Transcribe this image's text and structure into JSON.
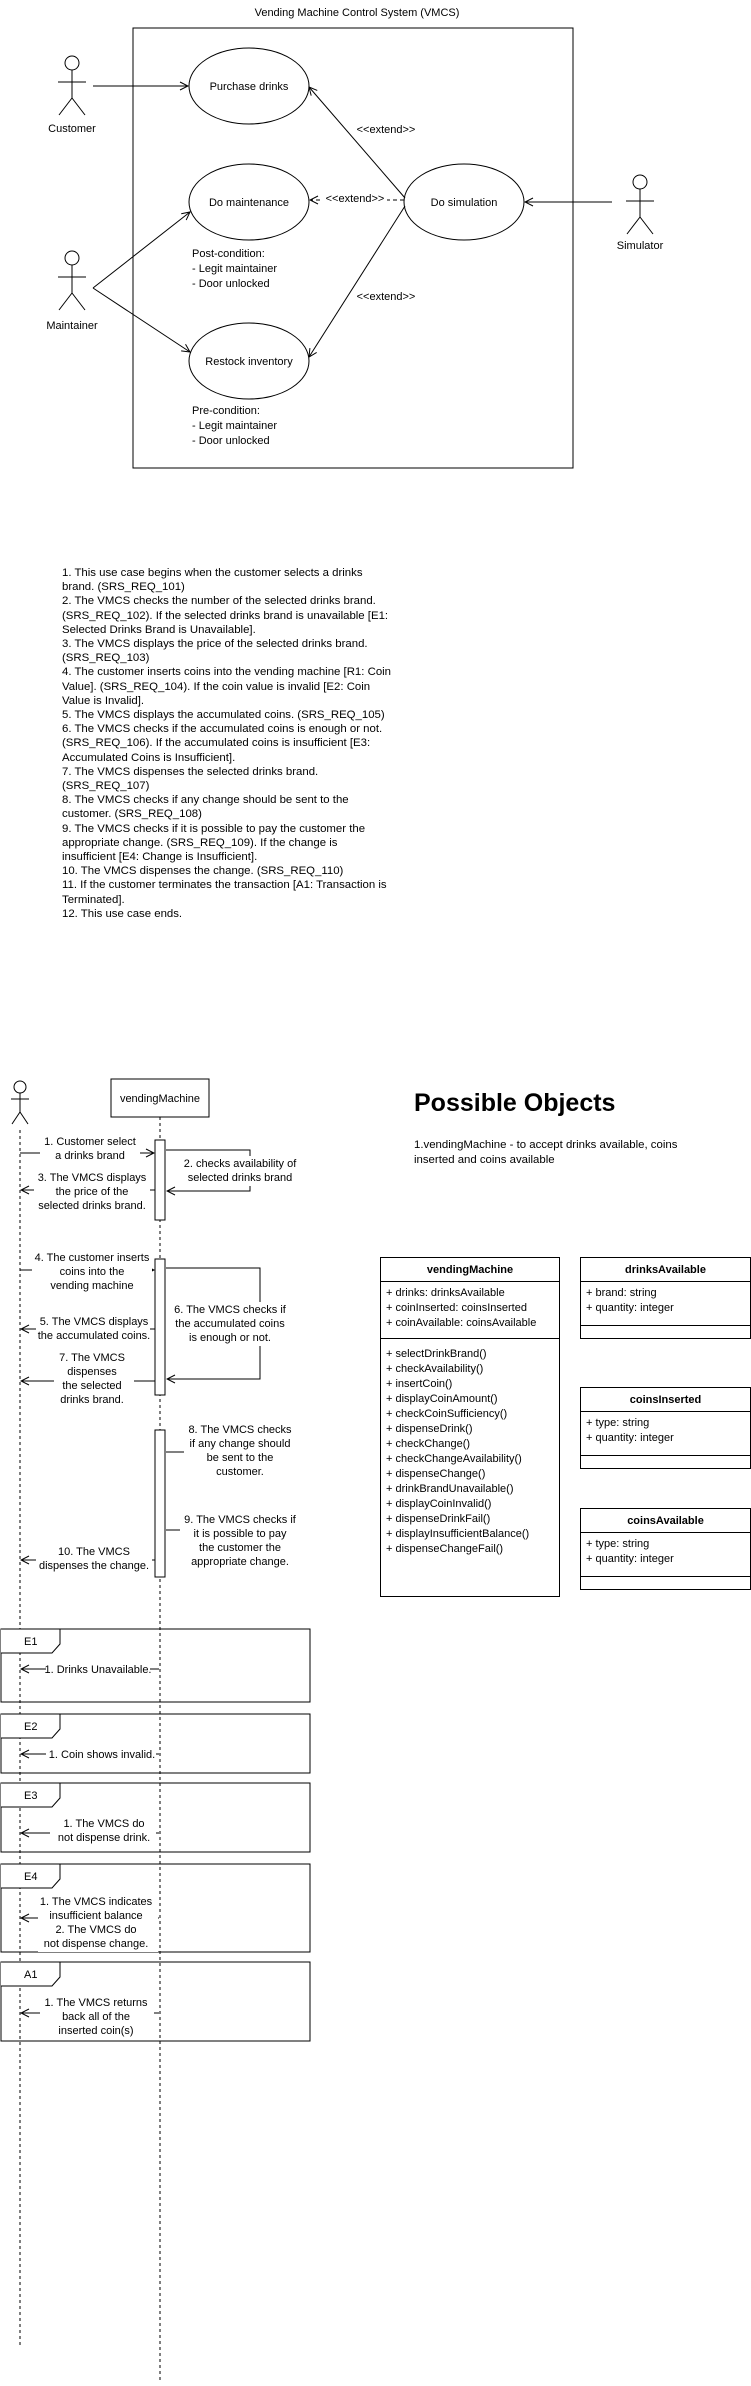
{
  "use_case": {
    "system_title": "Vending Machine Control System (VMCS)",
    "actors": {
      "customer": "Customer",
      "maintainer": "Maintainer",
      "simulator": "Simulator"
    },
    "use_cases": {
      "purchase": "Purchase drinks",
      "maintenance": "Do maintenance",
      "restock": "Restock inventory",
      "simulation": "Do simulation"
    },
    "extend_label": "<<extend>>",
    "post_condition": [
      "Post-condition:",
      "- Legit maintainer",
      "- Door unlocked"
    ],
    "pre_condition": [
      "Pre-condition:",
      "- Legit maintainer",
      "- Door unlocked"
    ]
  },
  "steps": [
    "1. This use case begins when the customer selects a drinks brand. (SRS_REQ_101)",
    "2. The VMCS checks the number of the selected drinks brand. (SRS_REQ_102). If the selected drinks brand is unavailable [E1: Selected Drinks Brand is Unavailable].",
    "3. The VMCS displays the price of the selected drinks brand. (SRS_REQ_103)",
    "4. The customer inserts coins into the vending machine [R1: Coin Value]. (SRS_REQ_104). If the coin value is invalid [E2: Coin Value is Invalid].",
    "5. The VMCS displays the accumulated coins. (SRS_REQ_105)",
    "6. The VMCS checks if the accumulated coins is enough or not. (SRS_REQ_106). If the accumulated coins is insufficient [E3: Accumulated Coins is Insufficient].",
    "7. The VMCS dispenses the selected drinks brand. (SRS_REQ_107)",
    "8. The VMCS checks if any change should be sent to the customer. (SRS_REQ_108)",
    "9. The VMCS checks if it is possible to pay the customer the appropriate change. (SRS_REQ_109). If the change is insufficient [E4: Change is Insufficient].",
    "10. The VMCS dispenses the change. (SRS_REQ_110)",
    "11. If the customer terminates the transaction [A1: Transaction is Terminated].",
    "12. This use case ends."
  ],
  "sequence": {
    "lifeline": "vendingMachine",
    "messages": {
      "m1": [
        "1. Customer select",
        "a drinks brand"
      ],
      "m2": [
        "2. checks availability of",
        "selected drinks brand"
      ],
      "m3": [
        "3. The VMCS displays",
        "the price of the",
        "selected drinks brand."
      ],
      "m4": [
        "4. The customer inserts",
        "coins into the",
        "vending machine"
      ],
      "m5": [
        "5. The VMCS displays",
        "the accumulated coins."
      ],
      "m6": [
        "6. The VMCS checks if",
        "the accumulated coins",
        "is enough or not."
      ],
      "m7": [
        "7. The VMCS",
        "dispenses",
        "the selected",
        "drinks brand."
      ],
      "m8": [
        "8. The VMCS checks",
        "if any change should",
        "be sent to the",
        "customer."
      ],
      "m9": [
        "9. The VMCS checks if",
        "it is possible to pay",
        "the customer the",
        "appropriate change."
      ],
      "m10": [
        "10. The VMCS",
        "dispenses the change."
      ]
    },
    "fragments": [
      {
        "tag": "E1",
        "lines": [
          "1. Drinks Unavailable."
        ]
      },
      {
        "tag": "E2",
        "lines": [
          "1. Coin shows invalid."
        ]
      },
      {
        "tag": "E3",
        "lines": [
          "1. The VMCS do",
          "not dispense drink."
        ]
      },
      {
        "tag": "E4",
        "lines": [
          "1. The VMCS indicates",
          "insufficient balance",
          "2. The VMCS do",
          "not dispense change."
        ]
      },
      {
        "tag": "A1",
        "lines": [
          "1. The VMCS returns",
          "back all of the",
          "inserted coin(s)"
        ]
      }
    ]
  },
  "objects": {
    "heading": "Possible Objects",
    "description": "1.vendingMachine - to accept drinks available, coins inserted and coins available",
    "classes": [
      {
        "name": "vendingMachine",
        "attributes": [
          "+ drinks: drinksAvailable",
          "+ coinInserted: coinsInserted",
          "+ coinAvailable: coinsAvailable"
        ],
        "operations": [
          "+ selectDrinkBrand()",
          "+ checkAvailability()",
          "+ insertCoin()",
          "+ displayCoinAmount()",
          "+ checkCoinSufficiency()",
          "+ dispenseDrink()",
          "+ checkChange()",
          "+ checkChangeAvailability()",
          "+ dispenseChange()",
          "+ drinkBrandUnavailable()",
          "+ displayCoinInvalid()",
          "+ dispenseDrinkFail()",
          "+ displayInsufficientBalance()",
          "+ dispenseChangeFail()"
        ]
      },
      {
        "name": "drinksAvailable",
        "attributes": [
          "+ brand: string",
          "+ quantity: integer"
        ],
        "operations": []
      },
      {
        "name": "coinsInserted",
        "attributes": [
          "+ type: string",
          "+ quantity: integer"
        ],
        "operations": []
      },
      {
        "name": "coinsAvailable",
        "attributes": [
          "+ type: string",
          "+ quantity: integer"
        ],
        "operations": []
      }
    ]
  }
}
